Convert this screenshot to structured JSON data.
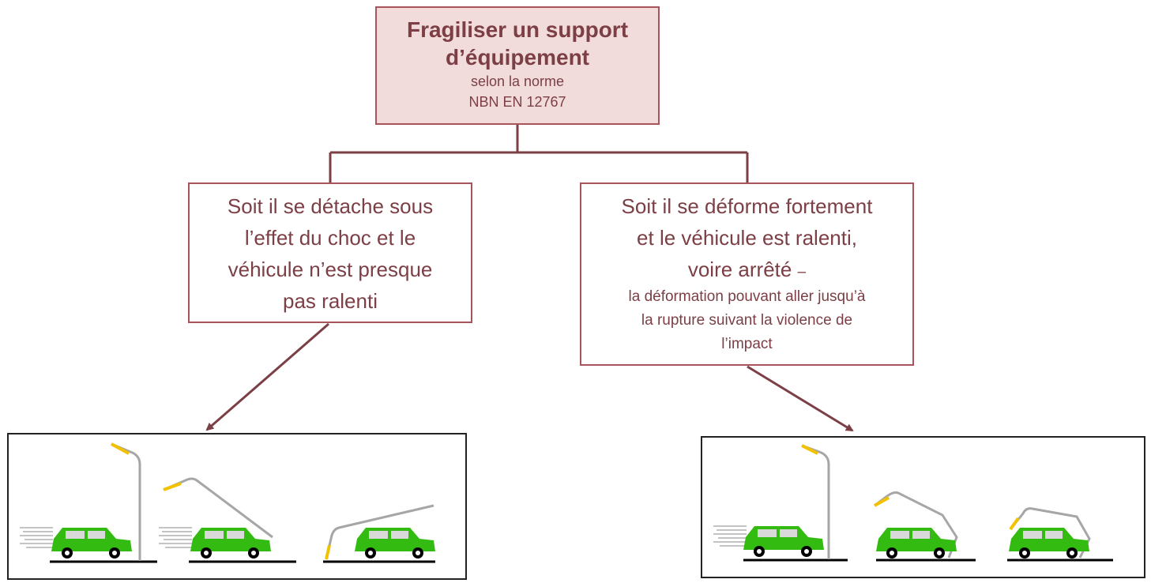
{
  "root": {
    "title_line1": "Fragiliser un support",
    "title_line2": "d’équipement",
    "sub_line1": "selon la norme",
    "sub_line2": "NBN EN 12767"
  },
  "left": {
    "line1": "Soit il se détache sous",
    "line2": "l’effet du choc et le",
    "line3": "véhicule n’est presque",
    "line4": "pas ralenti"
  },
  "right": {
    "line1": "Soit il se déforme fortement",
    "line2": "et le véhicule est ralenti,",
    "line3": "voire arrêté",
    "line3_dash": "–",
    "line4": "la déformation pouvant aller jusqu’à",
    "line5": "la rupture suivant la violence de",
    "line6": "l’impact"
  },
  "colors": {
    "accent": "#7b3f45",
    "box_border": "#a8545c",
    "root_fill": "#f2dcdb",
    "connector": "#7b3f45",
    "car_body": "#33bb11",
    "car_window": "#d9d9d9",
    "pole": "#a6a6a6",
    "lamp": "#f2c200"
  },
  "icons": [
    "car-icon",
    "lamp-post-icon",
    "speed-lines-icon"
  ]
}
